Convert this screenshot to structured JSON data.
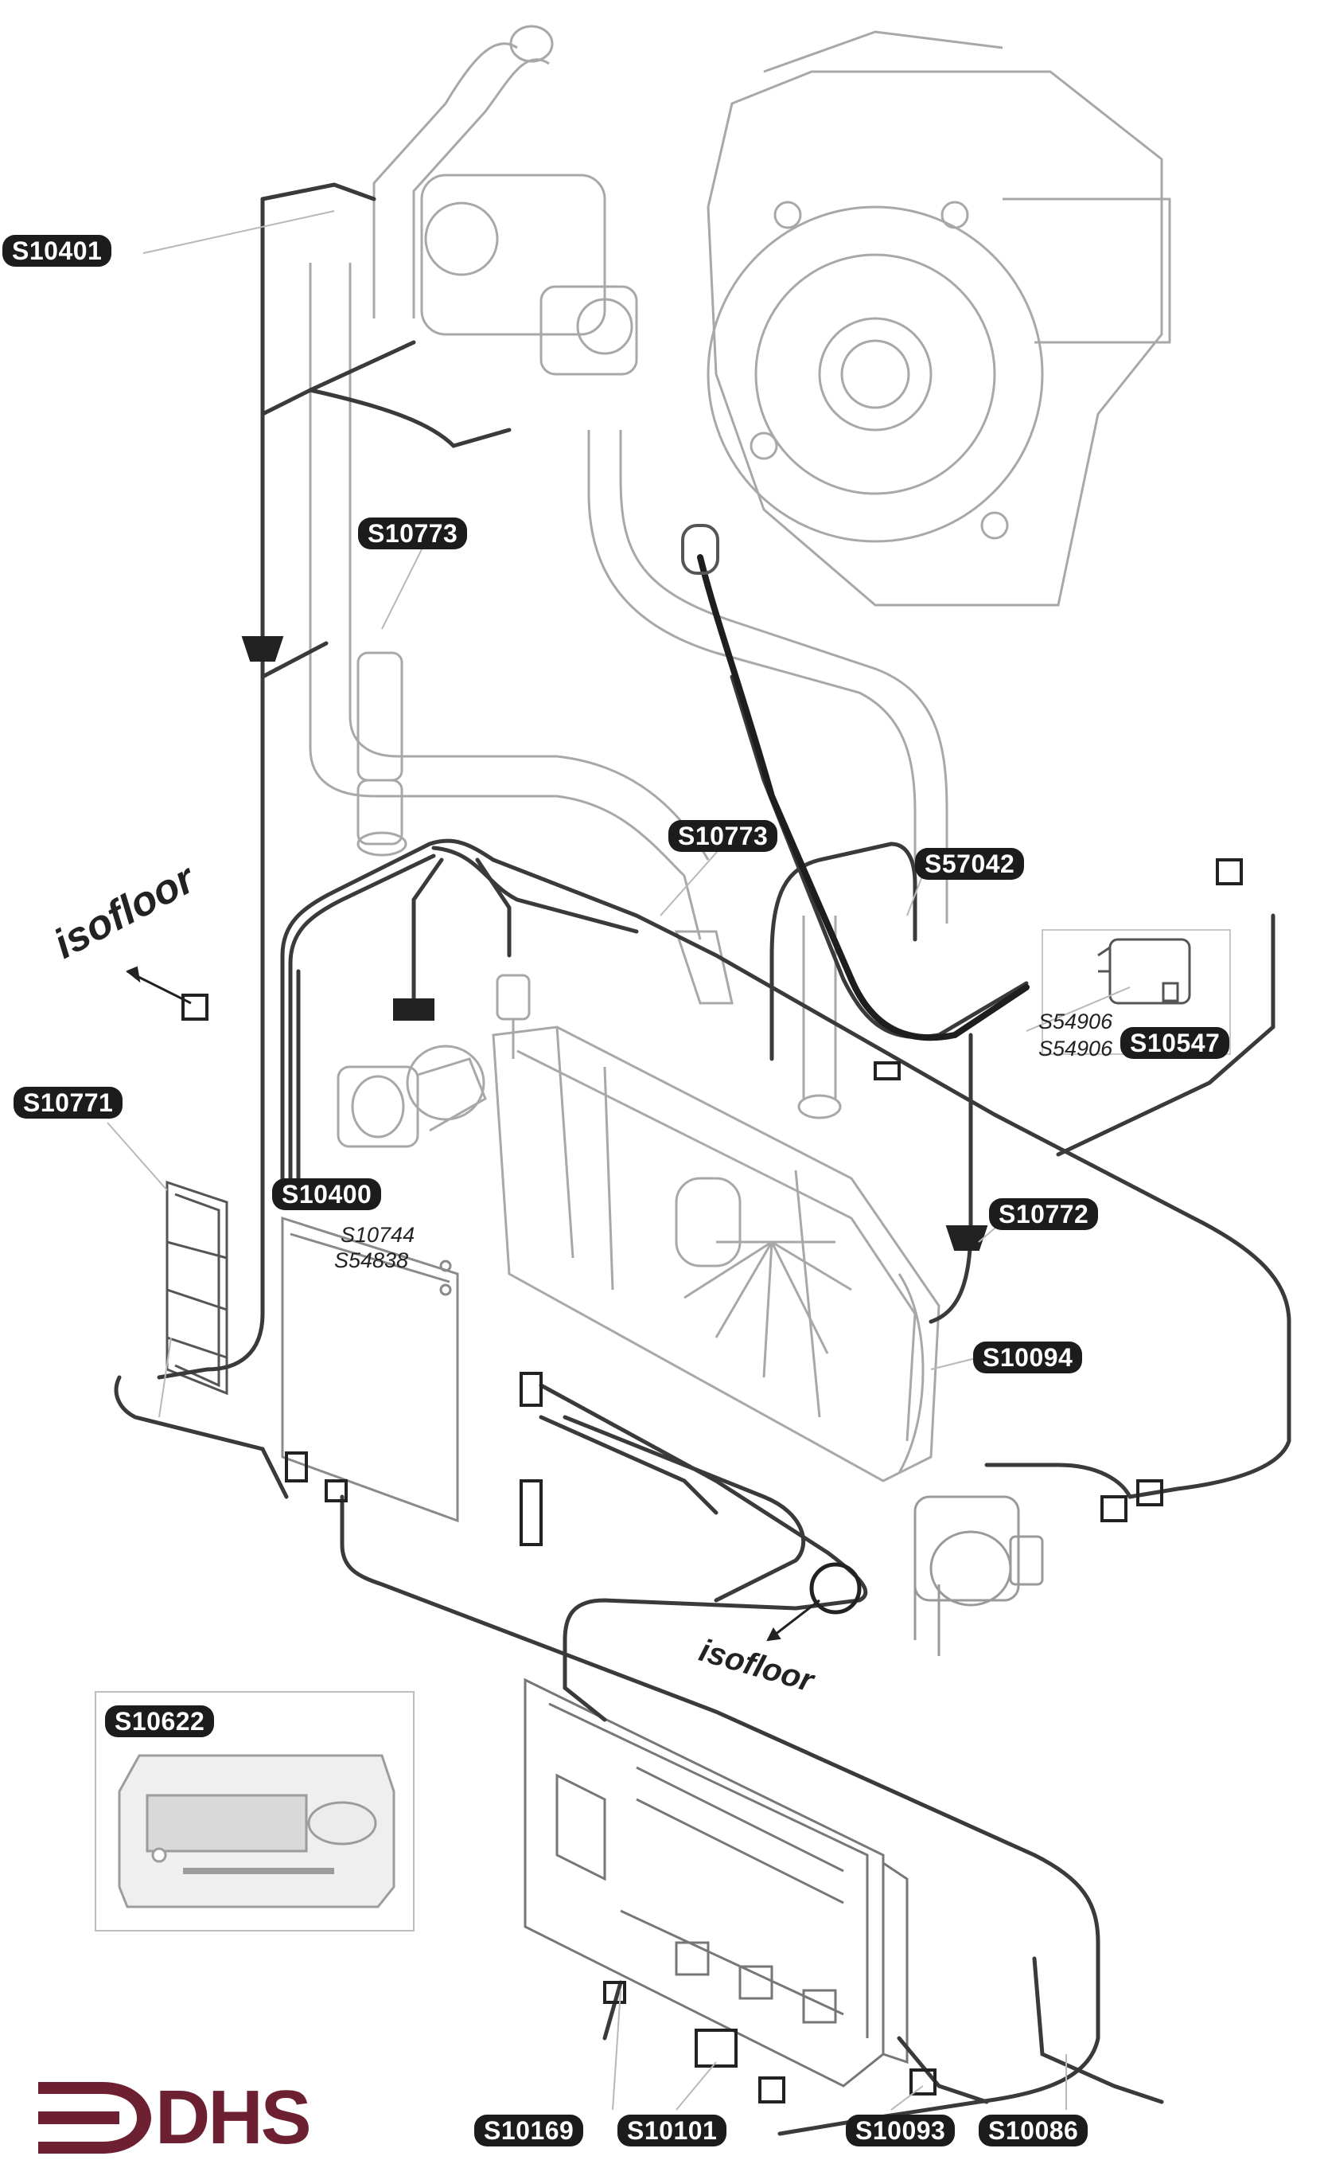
{
  "callouts": {
    "s10401": "S10401",
    "s10773a": "S10773",
    "s10773b": "S10773",
    "s57042": "S57042",
    "s10547": "S10547",
    "s10771": "S10771",
    "s10400": "S10400",
    "s10772": "S10772",
    "s10094": "S10094",
    "s10622": "S10622",
    "s10169": "S10169",
    "s10101": "S10101",
    "s10093": "S10093",
    "s10086": "S10086"
  },
  "italic_refs": {
    "s10744": "S10744",
    "s54838": "S54838",
    "s54906a": "S54906",
    "s54906b": "S54906"
  },
  "brand": {
    "isofloor_top": "isofloor",
    "isofloor_bottom": "isofloor",
    "logo_text": "DHS",
    "logo_color": "#6d2032"
  },
  "colors": {
    "callout_bg": "#1c1c1c",
    "callout_text": "#ffffff",
    "line_light": "#9a9a9a",
    "line_dark": "#333333"
  }
}
